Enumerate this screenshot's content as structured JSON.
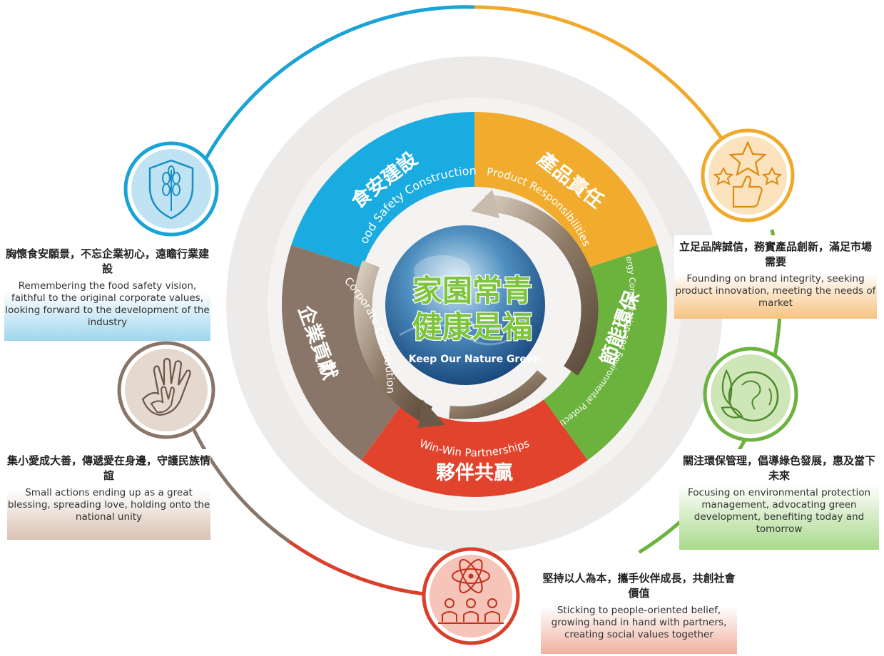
{
  "center": {
    "title_line1": "家園常青",
    "title_line2": "健康是福",
    "subtitle": "Keep Our Nature Green"
  },
  "segments": [
    {
      "zh": "食安建設",
      "en": "Food Safety Construction",
      "color": "#1aabe0"
    },
    {
      "zh": "產品責任",
      "en": "Product Responsibilities",
      "color": "#f1ac2e"
    },
    {
      "zh": "節能環保",
      "en": "Energy Conservation and Environmental Protection",
      "color": "#6cb33e"
    },
    {
      "zh": "夥伴共贏",
      "en": "Win-Win Partnerships",
      "color": "#e2432d"
    },
    {
      "zh": "企業貢獻",
      "en": "Corporate Contribution",
      "color": "#8a7669"
    }
  ],
  "icons": {
    "food": "wheat-shield-icon",
    "product": "thumbs-up-stars-icon",
    "energy": "leaf-globe-icon",
    "partner": "people-atom-icon",
    "corporate": "helping-hands-icon"
  },
  "boxes": {
    "food": {
      "zh": "胸懷食安願景，不忘企業初心，遠瞻行業建設",
      "en": "Remembering the food safety vision, faithful to the original corporate values, looking forward to the development of the industry"
    },
    "product": {
      "zh": "立足品牌誠信，務實產品創新，滿足市場需要",
      "en": "Founding on brand integrity, seeking product innovation, meeting the needs of market"
    },
    "corporate": {
      "zh": "集小愛成大善，傳遞愛在身邊，守護民族情誼",
      "en": "Small actions ending up as a great blessing, spreading love, holding onto the national unity"
    },
    "energy": {
      "zh": "關注環保管理，倡導綠色發展，惠及當下未來",
      "en": "Focusing on environmental protection management, advocating green development, benefiting today and tomorrow"
    },
    "partner": {
      "zh": "堅持以人為本，攜手伙伴成長，共創社會價值",
      "en": "Sticking to people-oriented belief, growing hand in hand with partners, creating social values together"
    }
  }
}
